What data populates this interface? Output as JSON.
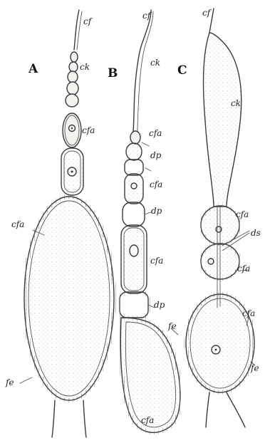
{
  "panels": {
    "a": "A",
    "b": "B",
    "c": "C"
  },
  "labels": {
    "a_cf": "cf",
    "a_ck": "ck",
    "a_cfa_top": "cfa",
    "a_cfa_side": "cfa",
    "a_fe": "fe",
    "b_cf": "cf",
    "b_ck": "ck",
    "b_cfa_1": "cfa",
    "b_dp_1": "dp",
    "b_cfa_2": "cfa",
    "b_dp_2": "dp",
    "b_cfa_3": "cfa",
    "b_dp_3": "dp",
    "b_fe": "fe",
    "b_cfa_bottom": "cfa",
    "c_cf": "cf",
    "c_ck": "ck",
    "c_cfa_1": "cfa",
    "c_ds": "ds",
    "c_cfa_2": "cfa",
    "c_cfa_3": "cfa",
    "c_fe": "fe"
  }
}
